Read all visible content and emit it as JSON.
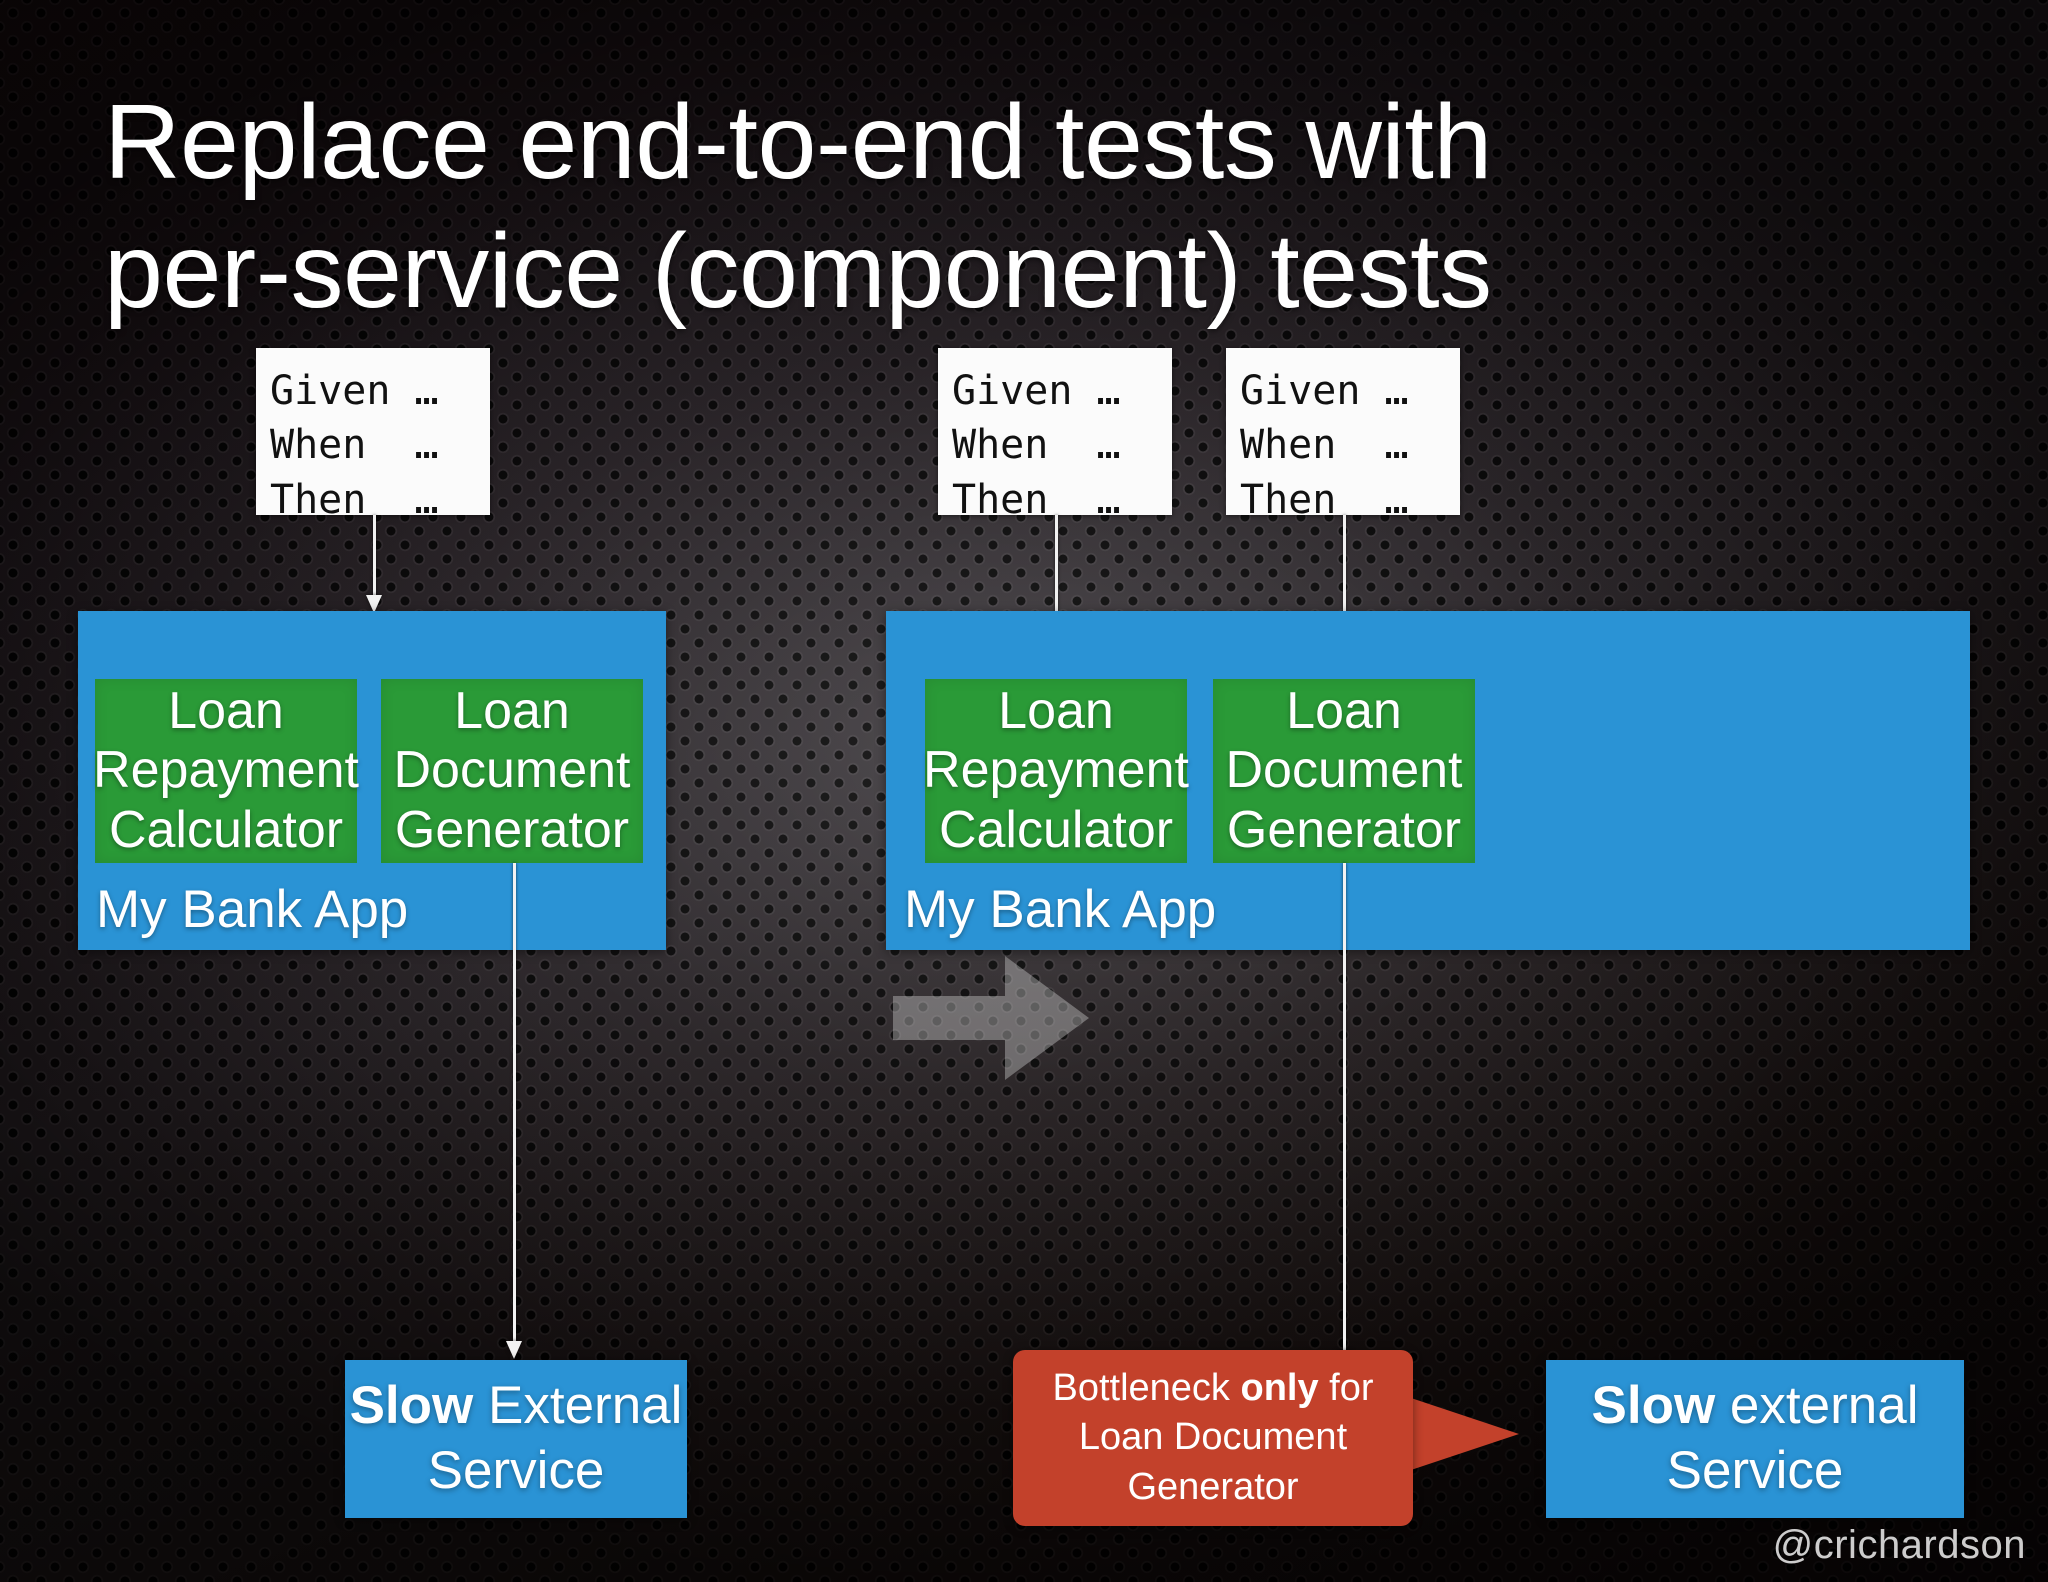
{
  "slide": {
    "title_line1": "Replace end-to-end tests with",
    "title_line2": "per-service (component) tests",
    "watermark": "@crichardson"
  },
  "colors": {
    "app_container_blue": "#2a93d5",
    "service_green": "#2a9a37",
    "external_service_blue": "#2a93d5",
    "callout_red": "#c3412b",
    "background_dark": "#14100f",
    "text_white": "#ffffff",
    "gherkin_card_bg": "#fbfbfb",
    "gherkin_text": "#111111",
    "transition_arrow_gray": "#9a9a9a"
  },
  "gherkin_cards": [
    {
      "id": "left-e2e-test",
      "given": "Given …",
      "when": "When  …",
      "then": "Then  …"
    },
    {
      "id": "right-repayment-test",
      "given": "Given …",
      "when": "When  …",
      "then": "Then  …"
    },
    {
      "id": "right-document-test",
      "given": "Given …",
      "when": "When  …",
      "then": "Then  …"
    }
  ],
  "left_diagram": {
    "app_label": "My Bank App",
    "services": [
      {
        "id": "loan-repayment-calculator",
        "line1": "Loan",
        "line2": "Repayment",
        "line3": "Calculator"
      },
      {
        "id": "loan-document-generator",
        "line1": "Loan",
        "line2": "Document",
        "line3": "Generator"
      }
    ],
    "external_service": {
      "bold": "Slow",
      "rest": " External",
      "line2": "Service"
    }
  },
  "right_diagram": {
    "app_label": "My Bank App",
    "services": [
      {
        "id": "loan-repayment-calculator",
        "line1": "Loan",
        "line2": "Repayment",
        "line3": "Calculator"
      },
      {
        "id": "loan-document-generator",
        "line1": "Loan",
        "line2": "Document",
        "line3": "Generator"
      }
    ],
    "external_service": {
      "bold": "Slow",
      "rest": " external",
      "line2": "Service"
    }
  },
  "callout": {
    "line1_pre": "Bottleneck ",
    "line1_bold": "only",
    "line1_post": " for",
    "line2": "Loan Document",
    "line3": "Generator"
  },
  "icons": {
    "transition_arrow": "right-arrow-icon",
    "connector_arrow": "down-arrow-icon",
    "callout_pointer": "triangle-pointer-icon"
  }
}
